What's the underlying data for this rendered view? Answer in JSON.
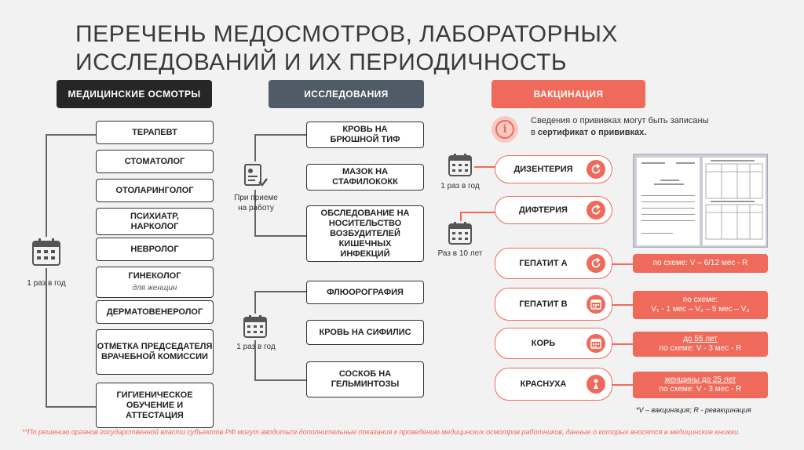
{
  "title_line1": "ПЕРЕЧЕНЬ МЕДОСМОТРОВ, ЛАБОРАТОРНЫХ",
  "title_line2": "ИССЛЕДОВАНИЙ И ИХ ПЕРИОДИЧНОСТЬ",
  "headers": {
    "medical": "МЕДИЦИНСКИЕ ОСМОТРЫ",
    "research": "ИССЛЕДОВАНИЯ",
    "vaccination": "ВАКЦИНАЦИЯ"
  },
  "medical_items": [
    {
      "label": "ТЕРАПЕВТ"
    },
    {
      "label": "СТОМАТОЛОГ"
    },
    {
      "label": "ОТОЛАРИНГОЛОГ"
    },
    {
      "label": "ПСИХИАТР,\nНАРКОЛОГ"
    },
    {
      "label": "НЕВРОЛОГ"
    },
    {
      "label": "ГИНЕКОЛОГ",
      "sub": "для женщин"
    },
    {
      "label": "ДЕРМАТОВЕНЕРОЛОГ"
    },
    {
      "label": "ОТМЕТКА ПРЕДСЕДАТЕЛЯ\nВРАЧЕБНОЙ КОМИССИИ"
    },
    {
      "label": "ГИГИЕНИЧЕСКОЕ\nОБУЧЕНИЕ И АТТЕСТАЦИЯ"
    }
  ],
  "medical_period": "1 раз в год",
  "research_items": [
    {
      "label": "КРОВЬ НА\nБРЮШНОЙ ТИФ"
    },
    {
      "label": "МАЗОК НА\nСТАФИЛОКОКК"
    },
    {
      "label": "ОБСЛЕДОВАНИЕ НА\nНОСИТЕЛЬСТВО\nВОЗБУДИТЕЛЕЙ\nКИШЕЧНЫХ\nИНФЕКЦИЙ"
    },
    {
      "label": "ФЛЮОРОГРАФИЯ"
    },
    {
      "label": "КРОВЬ НА СИФИЛИС"
    },
    {
      "label": "СОСКОБ НА\nГЕЛЬМИНТОЗЫ"
    }
  ],
  "research_period_1": "При приеме\nна работу",
  "research_period_2": "1 раз в год",
  "vaccination_note_1": "Сведения о прививках могут быть записаны",
  "vaccination_note_2a": "в ",
  "vaccination_note_2b": "сертификат о прививках.",
  "vaccination_items": [
    {
      "label": "ДИЗЕНТЕРИЯ"
    },
    {
      "label": "ДИФТЕРИЯ"
    },
    {
      "label": "ГЕПАТИТ А"
    },
    {
      "label": "ГЕПАТИТ В"
    },
    {
      "label": "КОРЬ"
    },
    {
      "label": "КРАСНУХА"
    }
  ],
  "vaccination_period_1": "1 раз в год",
  "vaccination_period_2": "Раз в 10 лет",
  "schedules": {
    "hepatitis_a": "по схеме: V – 6/12 мес - R",
    "hepatitis_b_1": "по схеме:",
    "hepatitis_b_2": "V₁ - 1 мес – V₂ – 5 мес – V₃",
    "measles_1": "до 55 лет",
    "measles_2": "по схеме: V - 3 мес - R",
    "rubella_1": "женщины до 25 лет",
    "rubella_2": "по схеме: V - 3 мес - R"
  },
  "legend": "*V – вакцинация; R - ревакцинация",
  "footnote": "**По решению органов государственной власти субъектов РФ могут вводиться дополнительные показания к проведению медицинских осмотров работников, данные о которых вносятся в медицинские книжки.",
  "colors": {
    "accent": "#ef6a5a",
    "dark": "#262626",
    "slate": "#4f5b66"
  }
}
